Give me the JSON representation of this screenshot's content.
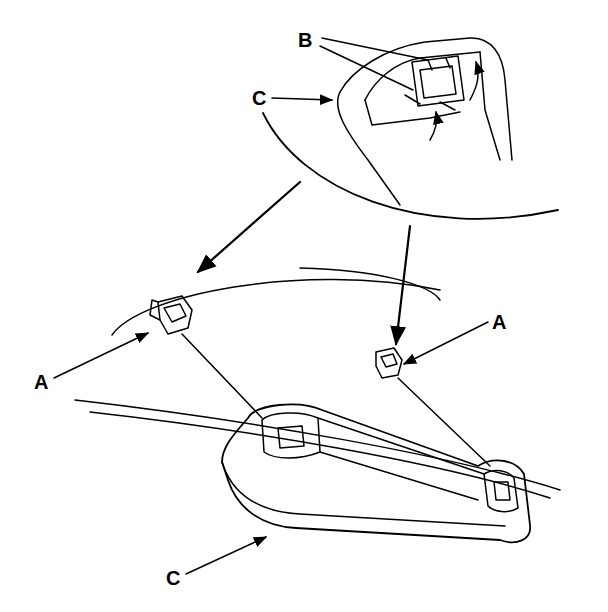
{
  "diagram": {
    "labels": [
      "B",
      "C",
      "A",
      "A",
      "C"
    ]
  }
}
